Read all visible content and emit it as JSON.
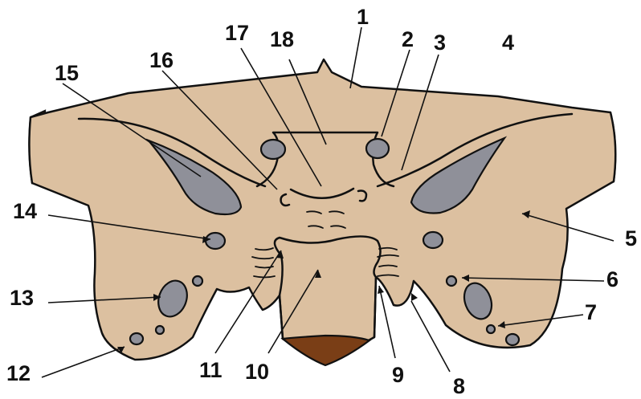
{
  "colors": {
    "bone": "#dcc0a0",
    "outline": "#111111",
    "foramen": "#8f9099",
    "cut_surface": "#7a3e16",
    "background": "#ffffff"
  },
  "labels": {
    "n1": "1",
    "n2": "2",
    "n3": "3",
    "n4": "4",
    "n5": "5",
    "n6": "6",
    "n7": "7",
    "n8": "8",
    "n9": "9",
    "n10": "10",
    "n11": "11",
    "n12": "12",
    "n13": "13",
    "n14": "14",
    "n15": "15",
    "n16": "16",
    "n17": "17",
    "n18": "18"
  }
}
